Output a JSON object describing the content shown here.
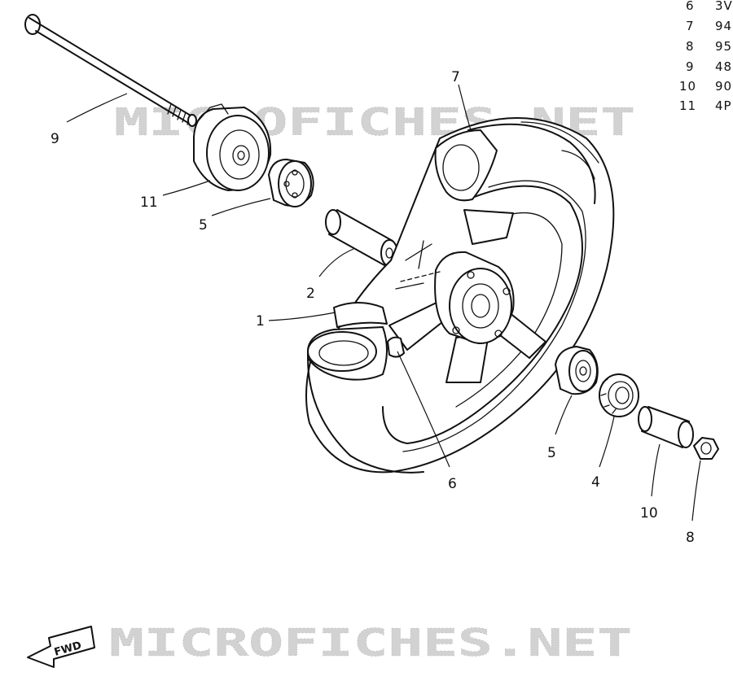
{
  "reference_list": [
    {
      "no": "6",
      "code": "3V"
    },
    {
      "no": "7",
      "code": "94"
    },
    {
      "no": "8",
      "code": "95"
    },
    {
      "no": "9",
      "code": "48"
    },
    {
      "no": "10",
      "code": "90"
    },
    {
      "no": "11",
      "code": "4P"
    }
  ],
  "callouts": {
    "c1": "1",
    "c2": "2",
    "c4": "4",
    "c5a": "5",
    "c5b": "5",
    "c6": "6",
    "c7": "7",
    "c8": "8",
    "c9": "9",
    "c10": "10",
    "c11": "11"
  },
  "watermark": {
    "top": "MICROFICHES.NET",
    "bottom": "MICROFICHES.NET"
  },
  "fwd_label": "FWD",
  "colors": {
    "ink": "#111111",
    "watermark": "#d2d2d2",
    "background": "#ffffff"
  }
}
